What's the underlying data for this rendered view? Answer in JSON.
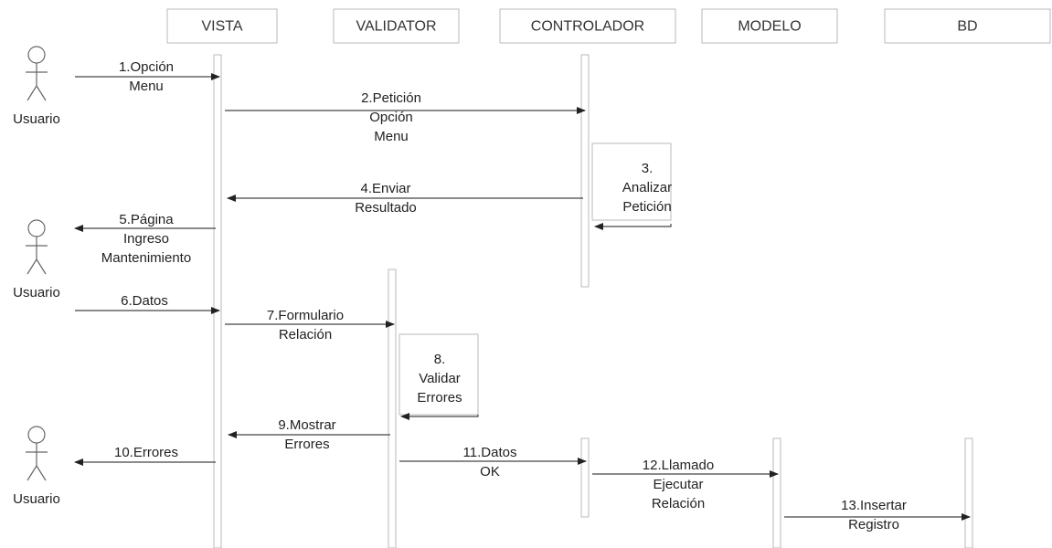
{
  "participants": [
    {
      "id": "vista",
      "label": "VISTA"
    },
    {
      "id": "validator",
      "label": "VALIDATOR"
    },
    {
      "id": "controlador",
      "label": "CONTROLADOR"
    },
    {
      "id": "modelo",
      "label": "MODELO"
    },
    {
      "id": "bd",
      "label": "BD"
    }
  ],
  "actors": [
    {
      "id": "usuario-1",
      "label": "Usuario"
    },
    {
      "id": "usuario-2",
      "label": "Usuario"
    },
    {
      "id": "usuario-3",
      "label": "Usuario"
    }
  ],
  "messages": [
    {
      "id": "m1",
      "lines": [
        "1.Opción",
        "Menu"
      ]
    },
    {
      "id": "m2",
      "lines": [
        "2.Petición",
        "Opción",
        "Menu"
      ]
    },
    {
      "id": "m3",
      "lines": [
        "3.",
        "Analizar",
        "Petición"
      ]
    },
    {
      "id": "m4",
      "lines": [
        "4.Enviar",
        "Resultado"
      ]
    },
    {
      "id": "m5",
      "lines": [
        "5.Página",
        "Ingreso",
        "Mantenimiento"
      ]
    },
    {
      "id": "m6",
      "lines": [
        "6.Datos"
      ]
    },
    {
      "id": "m7",
      "lines": [
        "7.Formulario",
        "Relación"
      ]
    },
    {
      "id": "m8",
      "lines": [
        "8.",
        "Validar",
        "Errores"
      ]
    },
    {
      "id": "m9",
      "lines": [
        "9.Mostrar",
        "Errores"
      ]
    },
    {
      "id": "m10",
      "lines": [
        "10.Errores"
      ]
    },
    {
      "id": "m11",
      "lines": [
        "11.Datos",
        "OK"
      ]
    },
    {
      "id": "m12",
      "lines": [
        "12.Llamado",
        "Ejecutar",
        "Relación"
      ]
    },
    {
      "id": "m13",
      "lines": [
        "13.Insertar",
        "Registro"
      ]
    }
  ]
}
